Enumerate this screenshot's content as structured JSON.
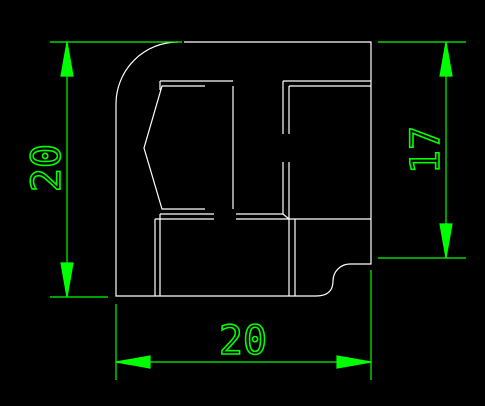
{
  "colors": {
    "background": "#000000",
    "part_outline": "#ffffff",
    "dimension": "#00ff00"
  },
  "dimensions": {
    "left_height": "20",
    "right_height": "17",
    "bottom_width": "20"
  }
}
